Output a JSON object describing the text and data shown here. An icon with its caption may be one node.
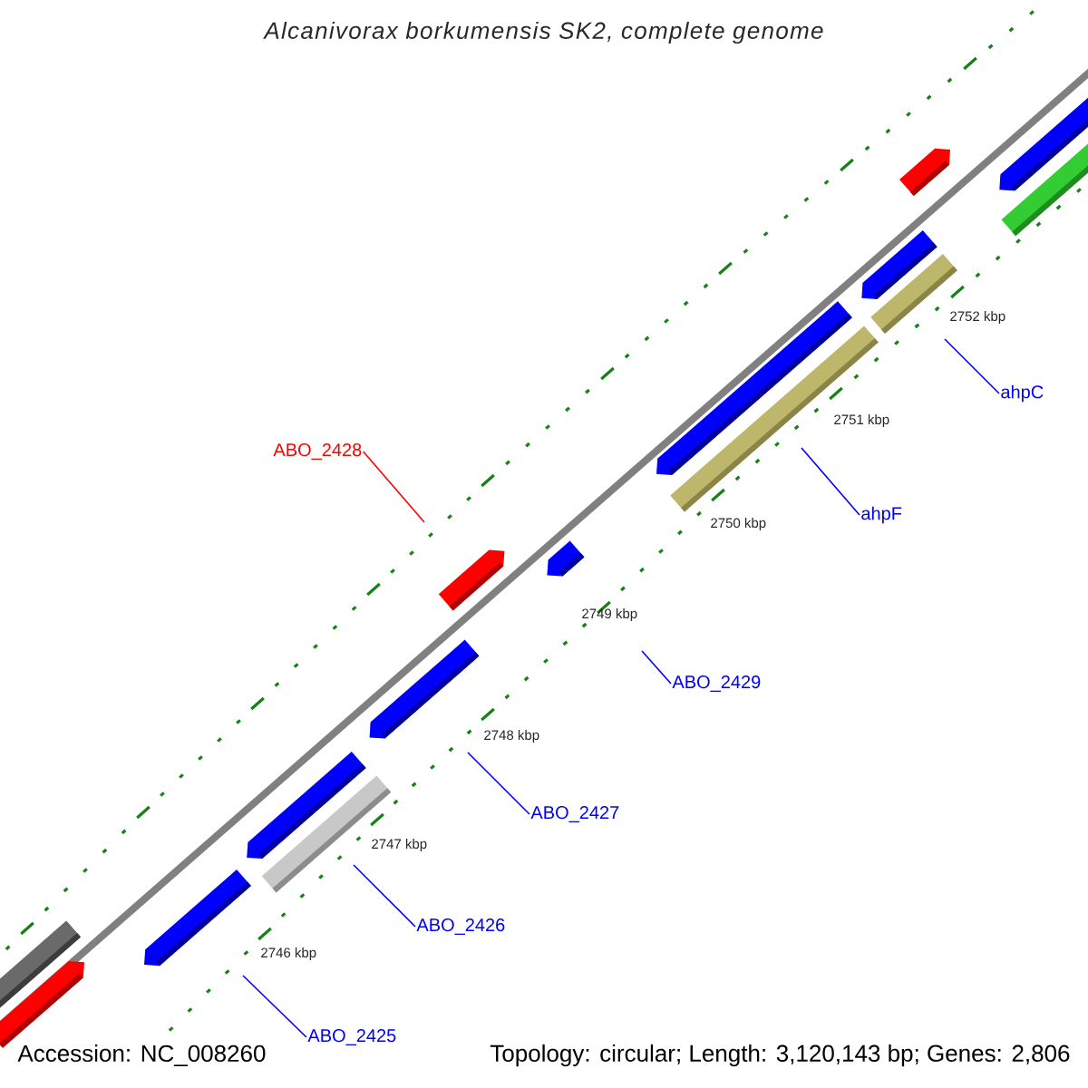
{
  "diagram": {
    "title": "Alcanivorax borkumensis SK2, complete genome",
    "nodes": [
      {
        "text": [
          "ahpC"
        ]
      },
      {
        "text": [
          "ABO_2428"
        ]
      },
      {
        "text": [
          "ahpF"
        ]
      },
      {
        "text": [
          "ABO_2429"
        ]
      },
      {
        "text": [
          "ABO_2427"
        ]
      },
      {
        "text": [
          "ABO_2426"
        ]
      },
      {
        "text": [
          "ABO_2425"
        ]
      }
    ],
    "edges": [
      {
        "from": 0,
        "to": null,
        "arrow": "none"
      },
      {
        "from": 1,
        "to": null,
        "arrow": "none",
        "color": "#ff0000"
      },
      {
        "from": 2,
        "to": null,
        "arrow": "none"
      },
      {
        "from": 3,
        "to": null,
        "arrow": "none"
      },
      {
        "from": 4,
        "to": null,
        "arrow": "none"
      },
      {
        "from": 5,
        "to": null,
        "arrow": "none"
      },
      {
        "from": 6,
        "to": null,
        "arrow": "none"
      }
    ],
    "labels": [
      "2752 kbp",
      "2751 kbp",
      "2750 kbp",
      "2749 kbp",
      "2748 kbp",
      "2747 kbp",
      "2746 kbp",
      "Accession: NC_008260",
      "Topology: circular; Length: 3,120,143 bp; Genes: 2,806"
    ]
  }
}
